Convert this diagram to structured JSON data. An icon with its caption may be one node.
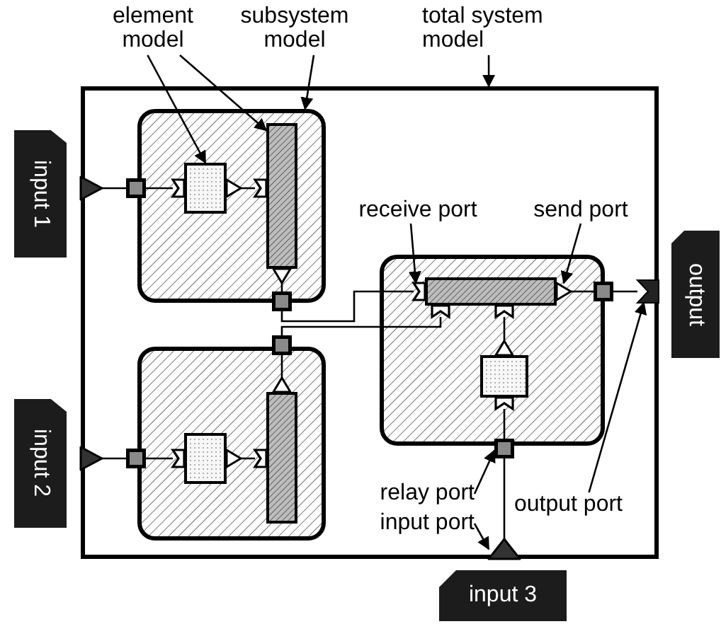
{
  "diagram": {
    "nodes": [
      {
        "text": [
          "element model"
        ]
      },
      {
        "text": [
          "subsystem model"
        ]
      },
      {
        "text": [
          "total system model"
        ]
      },
      {
        "text": [
          "receive port"
        ],
        "in": 12
      },
      {
        "text": [
          "send port"
        ],
        "in": 12
      },
      {
        "text": [
          "relay port"
        ],
        "in": 12
      },
      {
        "text": [
          "input port"
        ],
        "in": 12
      },
      {
        "text": [
          "output port"
        ],
        "in": 12
      },
      {
        "text": [
          "input 1"
        ]
      },
      {
        "text": [
          "input 2"
        ]
      },
      {
        "text": [
          "output"
        ]
      },
      {
        "text": [
          "input 3"
        ]
      },
      {
        "text": [],
        "shape": "box"
      },
      {
        "text": [],
        "shape": "box",
        "in": 12
      },
      {
        "text": [],
        "shape": "box",
        "in": 13
      },
      {
        "text": [],
        "shape": "bar",
        "in": 13
      },
      {
        "text": [],
        "shape": "box",
        "in": 12
      },
      {
        "text": [],
        "shape": "box",
        "in": 16
      },
      {
        "text": [],
        "shape": "bar",
        "in": 16
      },
      {
        "text": [],
        "shape": "box",
        "in": 12
      },
      {
        "text": [],
        "shape": "bar",
        "in": 19
      },
      {
        "text": [],
        "shape": "box",
        "in": 19
      },
      {
        "text": [],
        "shape": "triangle",
        "in": 12
      },
      {
        "text": [],
        "shape": "box",
        "in": 12
      },
      {
        "text": [],
        "shape": "box",
        "in": 12
      },
      {
        "text": [],
        "shape": "triangle",
        "in": 12
      },
      {
        "text": [],
        "shape": "box",
        "in": 12
      },
      {
        "text": [],
        "shape": "box",
        "in": 12
      },
      {
        "text": [],
        "shape": "box",
        "in": 12
      },
      {
        "text": [],
        "shape": "box",
        "in": 12
      },
      {
        "text": [],
        "shape": "triangle",
        "in": 12
      },
      {
        "text": [],
        "shape": "bowtie",
        "in": 12
      },
      {
        "text": [],
        "shape": "notch",
        "in": 13
      },
      {
        "text": [],
        "shape": "triangle",
        "in": 13
      },
      {
        "text": [],
        "shape": "notch",
        "in": 13
      },
      {
        "text": [],
        "shape": "triangle",
        "in": 13
      },
      {
        "text": [],
        "shape": "notch",
        "in": 16
      },
      {
        "text": [],
        "shape": "triangle",
        "in": 16
      },
      {
        "text": [],
        "shape": "notch",
        "in": 16
      },
      {
        "text": [],
        "shape": "triangle",
        "in": 16
      },
      {
        "text": [],
        "shape": "notch",
        "in": 19
      },
      {
        "text": [],
        "shape": "notch",
        "in": 19
      },
      {
        "text": [],
        "shape": "notch",
        "in": 19
      },
      {
        "text": [],
        "shape": "triangle",
        "in": 19
      },
      {
        "text": [],
        "shape": "triangle",
        "in": 19
      },
      {
        "text": [],
        "shape": "notch",
        "in": 19
      }
    ],
    "edges": [
      {
        "from": 22,
        "to": 23,
        "arrow": "none"
      },
      {
        "from": 23,
        "to": 32,
        "arrow": "none"
      },
      {
        "from": 33,
        "to": 34,
        "arrow": "none"
      },
      {
        "from": 35,
        "to": 24,
        "arrow": "none"
      },
      {
        "from": 24,
        "to": 40,
        "arrow": "none"
      },
      {
        "from": 25,
        "to": 26,
        "arrow": "none"
      },
      {
        "from": 26,
        "to": 36,
        "arrow": "none"
      },
      {
        "from": 37,
        "to": 38,
        "arrow": "none"
      },
      {
        "from": 39,
        "to": 27,
        "arrow": "none"
      },
      {
        "from": 27,
        "to": 41,
        "arrow": "none"
      },
      {
        "from": 43,
        "to": 28,
        "arrow": "none"
      },
      {
        "from": 28,
        "to": 31,
        "arrow": "none"
      },
      {
        "from": 44,
        "to": 42,
        "arrow": "none"
      },
      {
        "from": 29,
        "to": 45,
        "arrow": "none"
      },
      {
        "from": 30,
        "to": 29,
        "arrow": "none"
      },
      {
        "from": 0,
        "to": 14,
        "arrow": "to"
      },
      {
        "from": 0,
        "to": 15,
        "arrow": "to"
      },
      {
        "from": 1,
        "to": 13,
        "arrow": "to"
      },
      {
        "from": 2,
        "to": 12,
        "arrow": "to"
      },
      {
        "from": 3,
        "to": 40,
        "arrow": "to"
      },
      {
        "from": 4,
        "to": 43,
        "arrow": "to"
      },
      {
        "from": 5,
        "to": 29,
        "arrow": "to"
      },
      {
        "from": 6,
        "to": 30,
        "arrow": "to"
      },
      {
        "from": 7,
        "to": 31,
        "arrow": "to"
      }
    ]
  }
}
